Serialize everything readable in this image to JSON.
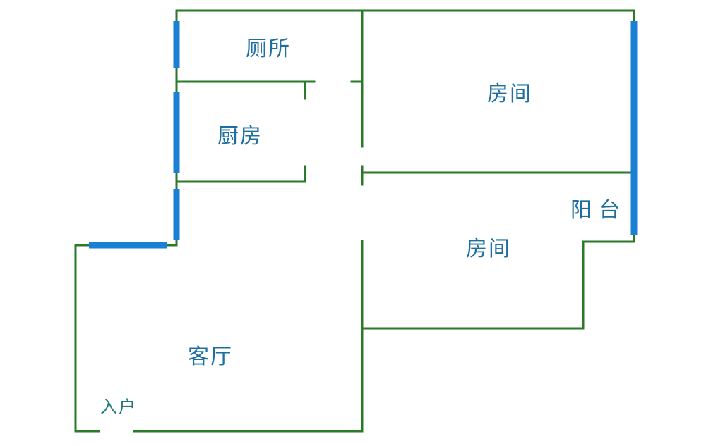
{
  "rooms": {
    "toilet": "厕所",
    "bedroom_upper": "房间",
    "kitchen": "厨房",
    "balcony": "阳台",
    "bedroom_lower": "房间",
    "living_room": "客厅",
    "entrance": "入户"
  },
  "colors": {
    "wall": "#2a7a2a",
    "window": "#1a80d6",
    "label": "#1d6fa0"
  }
}
